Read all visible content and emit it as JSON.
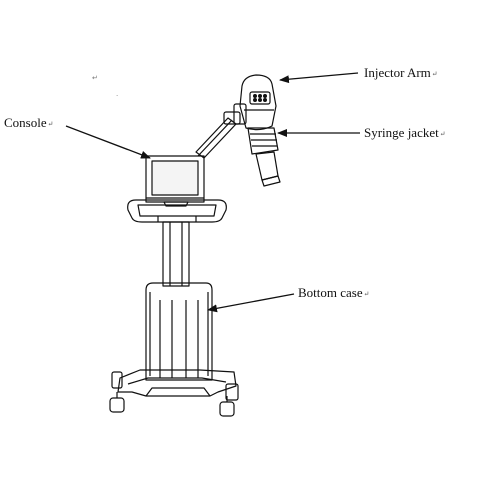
{
  "colors": {
    "line": "#111111",
    "fill": "#ffffff",
    "screen": "#f4f4f4"
  },
  "labels": {
    "injector_arm": "Injector Arm",
    "syringe_jacket": "Syringe jacket",
    "console": "Console",
    "bottom_case": "Bottom case"
  },
  "paragraph_mark": "↵",
  "stray_mark": "↵",
  "dot_mark": "·"
}
